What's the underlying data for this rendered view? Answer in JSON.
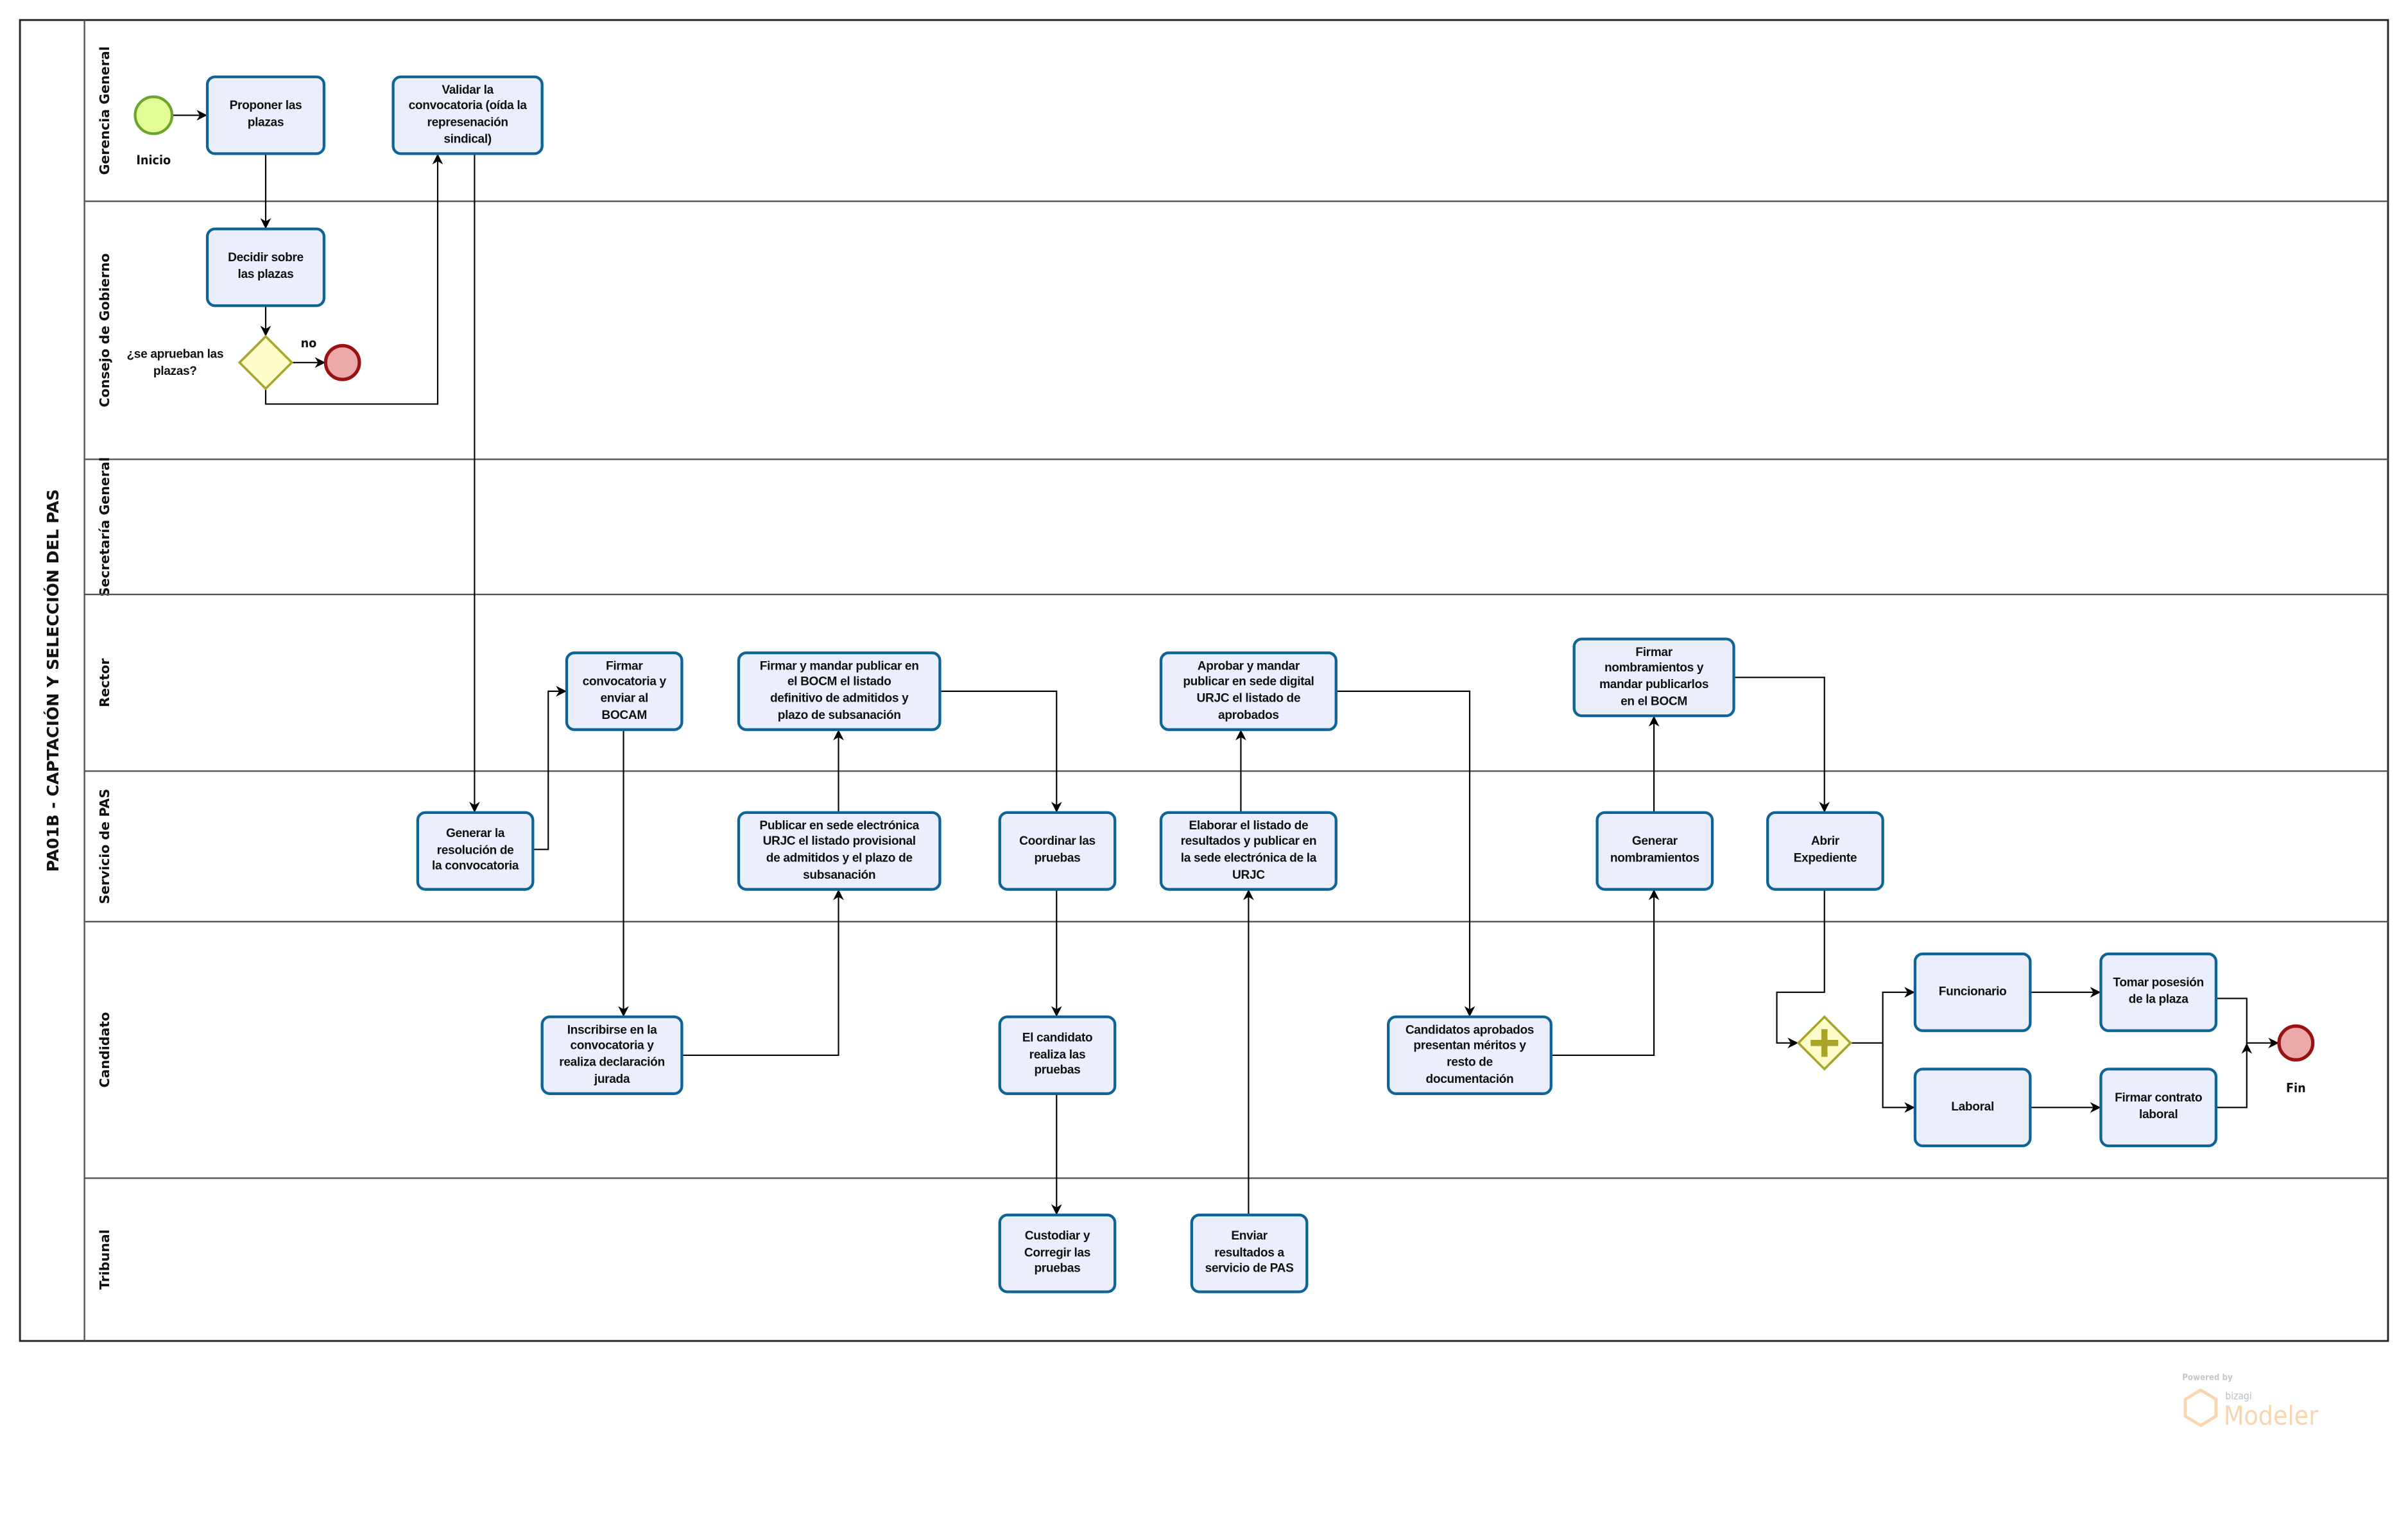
{
  "pool": {
    "title": "PA01B - CAPTACIÓN Y SELECCIÓN DEL PAS"
  },
  "lanes": [
    {
      "name": "Gerencia General"
    },
    {
      "name": "Consejo de Gobierno"
    },
    {
      "name": "Secretaría General"
    },
    {
      "name": "Rector"
    },
    {
      "name": "Servicio de PAS"
    },
    {
      "name": "Candidato"
    },
    {
      "name": "Tribunal"
    }
  ],
  "tasks": {
    "proponer": "Proponer las\nplazas",
    "validar": "Validar la\nconvocatoria (oída la\nrepresenación\nsindical)",
    "decidir": "Decidir sobre\nlas plazas",
    "generar_resolucion": "Generar la\nresolución de\nla convocatoria",
    "firmar_convocatoria": "Firmar\nconvocatoria y\nenviar al\nBOCAM",
    "firmar_bocm": "Firmar y mandar publicar en\nel BOCM el listado\ndefinitivo de admitidos y\nplazo de subsanación",
    "publicar_sede": "Publicar en sede electrónica\nURJC el listado provisional\nde admitidos y el plazo de\nsubsanación",
    "coordinar": "Coordinar las\npruebas",
    "aprobar": "Aprobar y mandar\npublicar en sede digital\nURJC el listado de\naprobados",
    "elaborar": "Elaborar el listado de\nresultados y publicar en\nla sede electrónica de la\nURJC",
    "firmar_nombramientos": "Firmar\nnombramientos y\nmandar publicarlos\nen el BOCM",
    "generar_nombramientos": "Generar\nnombramientos",
    "abrir_expediente": "Abrir\nExpediente",
    "inscribirse": "Inscribirse en la\nconvocatoria y\nrealiza declaración\njurada",
    "candidato_realiza": "El candidato\nrealiza las\npruebas",
    "candidatos_aprobados": "Candidatos aprobados\npresentan méritos y\nresto de\ndocumentación",
    "funcionario": "Funcionario",
    "tomar_posesion": "Tomar posesión\nde la plaza",
    "laboral": "Laboral",
    "firmar_contrato": "Firmar contrato\nlaboral",
    "custodiar": "Custodiar y\nCorregir las\npruebas",
    "enviar_resultados": "Enviar\nresultados a\nservicio de PAS"
  },
  "events": {
    "start_label": "Inicio",
    "end_label": "Fin",
    "gateway_question": "¿se aprueban las\nplazas?",
    "no_label": "no"
  },
  "watermark": {
    "powered": "Powered by",
    "brand": "bizagi",
    "product": "Modeler"
  },
  "colors": {
    "task_fill": "#eaeefd",
    "task_stroke": "#0f6497",
    "start_fill": "#e3fd96",
    "end_fill": "#eba9a9",
    "gateway_fill": "#fdfdc9"
  }
}
